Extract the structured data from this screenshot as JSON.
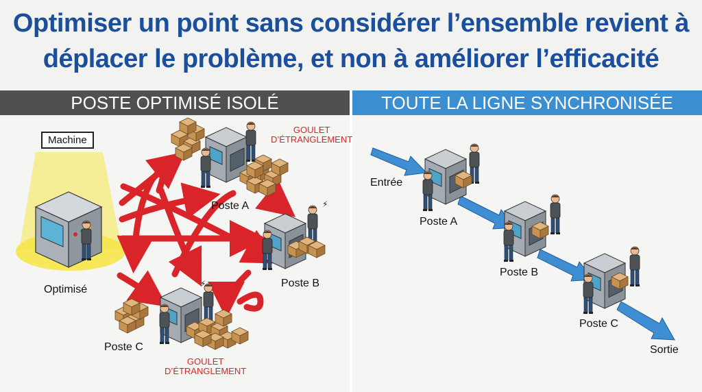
{
  "title": {
    "line1": "Optimiser un point sans considérer l’ensemble revient à",
    "line2": "déplacer le problème, et non à améliorer l’efficacité"
  },
  "left_panel": {
    "header": "POSTE OPTIMISÉ ISOLÉ",
    "machine_label": "Machine",
    "optimized_label": "Optimisé",
    "poste_a": "Poste A",
    "poste_b": "Poste B",
    "poste_c": "Poste C",
    "bottleneck_top_1": "GOULET",
    "bottleneck_top_2": "D’ÉTRANGLEMENT",
    "bottleneck_bottom_1": "GOULET",
    "bottleneck_bottom_2": "D’ÉTRANGLEMENT"
  },
  "right_panel": {
    "header": "TOUTE LA LIGNE SYNCHRONISÉE",
    "entry": "Entrée",
    "poste_a": "Poste A",
    "poste_b": "Poste B",
    "poste_c": "Poste C",
    "exit": "Sortie"
  },
  "colors": {
    "title": "#1b4f9c",
    "left_header": "#505050",
    "right_header": "#3b8fd0",
    "red_arrow": "#d9252a",
    "blue_arrow": "#3f8ed3",
    "spotlight": "#f6e64a"
  }
}
